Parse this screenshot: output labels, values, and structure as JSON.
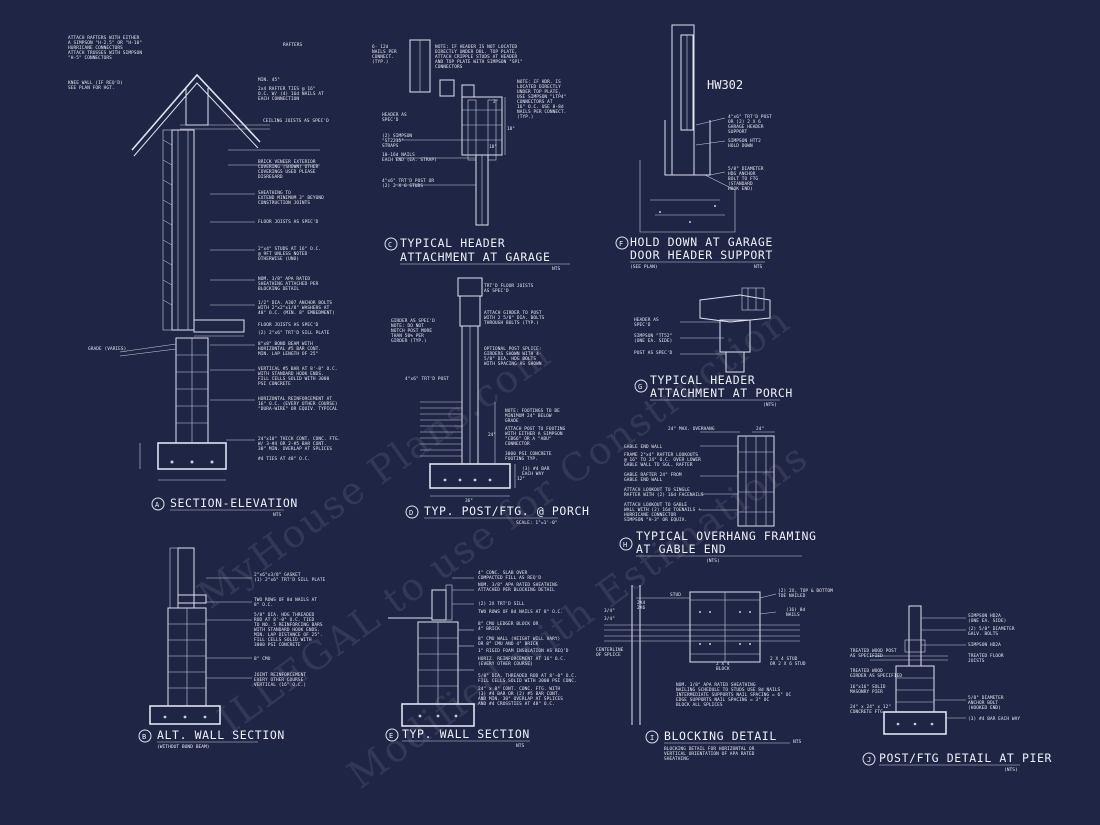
{
  "watermark": {
    "line1": "MyHouse Plans.com",
    "line2": "ILLEGAL to use for Construction",
    "line3": "Modified with Estimations"
  },
  "details": {
    "A": {
      "letter": "A",
      "title": "SECTION-ELEVATION",
      "scale": "NTS",
      "notes": [
        "ATTACH RAFTERS WITH EITHER",
        "A SIMPSON \"H-2.5\" OR \"H-10\"",
        "HURRICANE CONNECTORS",
        "ATTACH TRUSSES WITH SIMPSON",
        "\"H-5\" CONNECTORS",
        "KNEE WALL (IF REQ'D)",
        "SEE PLAN FOR HGT.",
        "RAFTERS",
        "MIN. 45°",
        "2x4 RAFTER TIES @ 16\"",
        "O.C. W/ (4) 16d NAILS AT",
        "EACH CONNECTION",
        "CEILING JOISTS AS SPEC'D",
        "BRICK VENEER EXTERIOR",
        "COVERING (SHOWN) OTHER",
        "COVERINGS USED PLEASE",
        "DISREGARD",
        "SHEATHING TO",
        "EXTEND MINIMUM 3\" BEYOND",
        "CONSTRUCTION JOINTS",
        "FLOOR JOISTS AS SPEC'D",
        "2\"x4\" STUDS AT 16\" O.C.",
        "@ 9FT UNLESS NOTED",
        "OTHERWISE (UNO)",
        "NOM. 3/8\" APA RATED",
        "SHEATHING ATTACHED PER",
        "BLOCKING DETAIL",
        "1/2\" DIA. A307 ANCHOR BOLTS",
        "WITH 2\"x2\"x1/8\" WASHERS AT",
        "48\" O.C. (MIN. 8\" EMBEDMENT)",
        "FLOOR JOISTS AS SPEC'D",
        "(2) 2\"x6\" TRT'D SILL PLATE",
        "GRADE (VARIES)",
        "8\"x8\" BOND BEAM WITH",
        "HORIZONTAL #5 BAR CONT.",
        "MIN. LAP LENGTH OF 25\"",
        "VERTICAL #5 BAR AT 8'-0\" O.C.",
        "WITH STANDARD HOOK ENDS.",
        "FILL CELLS SOLID WITH 3000",
        "PSI CONCRETE",
        "HORIZONTAL REINFORCEMENT AT",
        "16\" O.C. (EVERY OTHER COURSE)",
        "\"DURA-WIRE\" OR EQUIV. TYPICAL",
        "24\"x10\" THICK CONT. CONC. FTG.",
        "W/ 3-#4 OR 2-#5 BAR CONT.",
        "30\" MIN. OVERLAP AT SPLICES",
        "#4 TIES AT 48\" O.C."
      ]
    },
    "B": {
      "letter": "B",
      "title": "ALT. WALL SECTION",
      "scale": "(WITHOUT BOND BEAM)",
      "notes": [
        "2\"x6\"x3/8\" GASKET",
        "(1) 2\"x6\" TRT'D SILL PLATE",
        "TWO ROWS OF 8d NAILS AT",
        "8\" O.C.",
        "5/8\" DIA. HDG THREADED",
        "ROD AT 8'-0\" O.C. TIED",
        "TO NO. 5 REINFORCING BARS",
        "WITH STANDARD HOOK ENDS.",
        "MIN. LAP DISTANCE OF 25\".",
        "FILL CELLS SOLID WITH",
        "3000 PSI CONCRETE",
        "8\" CMU",
        "JOINT REINFORCEMENT",
        "EVERY OTHER COURSE",
        "VERTICAL (16\" O.C.)"
      ]
    },
    "C": {
      "letter": "C",
      "title": "TYPICAL HEADER",
      "title2": "ATTACHMENT AT GARAGE",
      "scale": "NTS",
      "notes": [
        "6- 12d",
        "NAILS PER",
        "CONNECT.",
        "(TYP.)",
        "NOTE: IF HEADER IS NOT LOCATED",
        "DIRECTLY UNDER DBL. TOP PLATE,",
        "ATTACH CRIPPLE STUDS AT HEADER",
        "AND TOP PLATE WITH SIMPSON \"SP1\"",
        "CONNECTORS",
        "NOTE: IF HDR. IS",
        "LOCATED DIRECTLY",
        "UNDER TOP PLATE,",
        "USE SIMPSON \"LTP4\"",
        "CONNECTORS AT",
        "16\" O.C. USE 8-8d",
        "NAILS PER CONNECT.",
        "(TYP.)",
        "HEADER AS",
        "SPEC'D",
        "(2) SIMPSON",
        "\"ST2215\"",
        "STRAPS",
        "10-16d NAILS",
        "EACH END (EA. STRAP)",
        "4\"x6\" TRT'D POST OR",
        "(2) 2 X 6 STUDS",
        "2\"",
        "18\"",
        "18\""
      ]
    },
    "D": {
      "letter": "D",
      "title": "TYP. POST/FTG. @ PORCH",
      "scale": "SCALE: 1\"=1'-0\"",
      "notes": [
        "TRT'D FLOOR JOISTS",
        "AS SPEC'D",
        "GIRDER AS SPEC'D",
        "NOTE: DO NOT",
        "NOTCH POST MORE",
        "THAN 50% PER",
        "GIRDER (TYP.)",
        "ATTACH GIRDER TO POST",
        "WITH 2 5/8\" DIA. BOLTS",
        "THROUGH BOLTS (TYP.)",
        "OPTIONAL POST SPLICE:",
        "GIRDERS SHOWN WITH 4-",
        "5/8\" DIA. HDG BOLTS",
        "WITH SPACING AS SHOWN",
        "4\"x6\" TRT'D POST",
        "NOTE: FOOTINGS TO BE",
        "MINIMUM 24\" BELOW",
        "GRADE",
        "ATTACH POST TO FOOTING",
        "WITH EITHER A SIMPSON",
        "\"CB66\" OR A \"ABU\"",
        "CONNECTOR",
        "3000 PSI CONCRETE",
        "FOOTING TYP.",
        "(3) #4 BAR",
        "EACH WAY",
        "36\"",
        "24\"",
        "12\""
      ]
    },
    "E": {
      "letter": "E",
      "title": "TYP. WALL SECTION",
      "scale": "NTS",
      "notes": [
        "4\" CONC. SLAB OVER",
        "COMPACTED FILL AS REQ'D",
        "NOM. 3/8\" APA RATED SHEATHING",
        "ATTACHED PER BLOCKING DETAIL",
        "(2) 2X TRT'D SILL",
        "TWO ROWS OF 8d NAILS AT 8\" O.C.",
        "8\" CMU LEDGER BLOCK OR",
        "4\" BRICK",
        "8\" CMU WALL (HEIGHT WILL VARY)",
        "OR 8\" CMU AND 4\" BRICK",
        "1\" RIGID FOAM INSULATION AS REQ'D",
        "HORIZ. REINFORCEMENT AT 16\" O.C.",
        "(EVERY OTHER COURSE)",
        "5/8\" DIA. THREADED ROD AT 8'-0\" O.C.",
        "FILL CELLS SOLID WITH 3000 PSI CONC.",
        "24\" x 8\" CONT. CONC. FTG. WITH",
        "(3) #4 BAR OR (2) #5 BAR CONT.",
        "AND MIN. 30\" OVERLAP AT SPLICES",
        "AND #4 CROSSTIES AT 48\" O.C."
      ]
    },
    "F": {
      "letter": "F",
      "title": "HOLD DOWN AT GARAGE",
      "title2": "DOOR HEADER SUPPORT",
      "scale": "NTS",
      "scale2": "(SEE PLAN)",
      "notes": [
        "HW302",
        "4\"x6\" TRT'D POST",
        "OR (2) 2 X 6",
        "GARAGE HEADER",
        "SUPPORT",
        "SIMPSON HTT2",
        "HOLD DOWN",
        "5/8\" DIAMETER",
        "HDG ANCHOR",
        "BOLT TO FTG",
        "(STANDARD",
        "HOOK END)"
      ]
    },
    "G": {
      "letter": "G",
      "title": "TYPICAL HEADER",
      "title2": "ATTACHMENT AT PORCH",
      "scale": "(NTS)",
      "notes": [
        "HEADER AS",
        "SPEC'D",
        "SIMPSON \"TT52\"",
        "(ONE EA. SIDE)",
        "POST AS SPEC'D"
      ]
    },
    "H": {
      "letter": "H",
      "title": "TYPICAL OVERHANG FRAMING",
      "title2": "AT GABLE END",
      "scale": "(NTS)",
      "notes": [
        "24\" MAX. OVERHANG",
        "24\"",
        "GABLE END WALL",
        "FRAME 2\"x4\" RAFTER LOOKOUTS",
        "@ 16\" TO 24\" O.C. OVER LOWER",
        "GABLE WALL TO SGL. RAFTER",
        "GABLE RAFTER 24\" FROM",
        "GABLE END WALL",
        "ATTACH LOOKOUT TO SINGLE",
        "RAFTER WITH (2) 16d FACENAILS",
        "ATTACH LOOKOUT TO GABLE",
        "WALL WITH (2) 16d TOENAILS +",
        "HURRICANE CONNECTOR",
        "SIMPSON \"H-3\" OR EQUIV."
      ]
    },
    "I": {
      "letter": "I",
      "title": "BLOCKING DETAIL",
      "scale": "NTS",
      "notes": [
        "2X4",
        "2X6",
        "STUD",
        "(2) 2X, TOP & BOTTOM",
        "TOE NAILED",
        "(16) 8d",
        "NAILS",
        "CENTERLINE",
        "OF SPLICE",
        "3/4\"",
        "3/4\"",
        "2 X 4",
        "BLOCK",
        "2 X 4 STUD",
        "OR 2 X 6 STUD",
        "NOM. 3/8\" APA RATED SHEATHING",
        "NAILING SCHEDULE TO STUDS USE 8d NAILS",
        "INTERMEDIATE SUPPORTS NAIL SPACING = 6\" OC",
        "EDGE SUPPORTS NAIL SPACING = 3\" OC",
        "BLOCK ALL SPLICES",
        "BLOCKING DETAIL FOR HORIZONTAL OR",
        "VERTICAL ORIENTATION OF APA RATED",
        "SHEATHING"
      ]
    },
    "J": {
      "letter": "J",
      "title": "POST/FTG DETAIL AT PIER",
      "scale": "(NTS)",
      "notes": [
        "TREATED WOOD POST",
        "AS SPECIFIED",
        "SIMPSON HD2A",
        "(ONE EA. SIDE)",
        "(2) 5/8\" DIAMETER",
        "GALV. BOLTS",
        "SIMPSON HD2A",
        "TREATED FLOOR",
        "JOISTS",
        "TREATED WOOD",
        "GIRDER AS SPECIFIED",
        "16\"x16\" SOLID",
        "MASONRY PIER",
        "24\" x 24\" x 12\"",
        "CONCRETE FTG",
        "5/8\" DIAMETER",
        "ANCHOR BOLT",
        "(HOOKED END)",
        "(3) #4 BAR EACH WAY"
      ]
    }
  }
}
